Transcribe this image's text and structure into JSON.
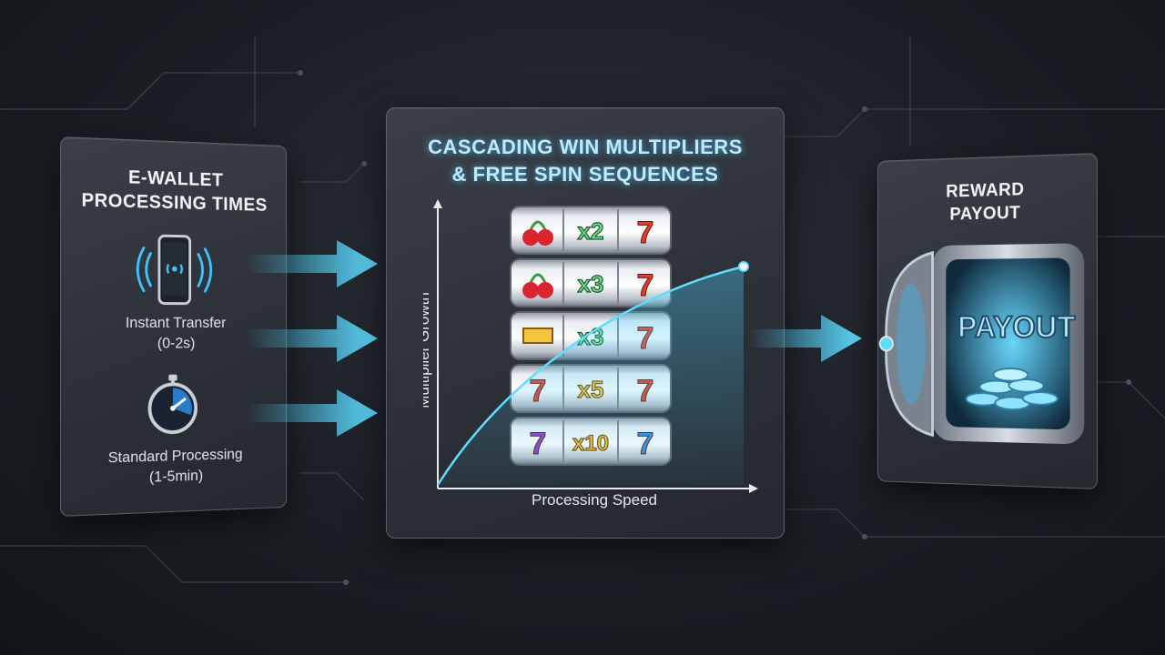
{
  "left_panel": {
    "title_line1": "E-WALLET",
    "title_line2": "PROCESSING TIMES",
    "instant_line1": "Instant Transfer",
    "instant_line2": "(0-2s)",
    "standard_line1": "Standard Processing",
    "standard_line2": "(1-5min)"
  },
  "center_panel": {
    "title_line1": "CASCADING WIN MULTIPLIERS",
    "title_line2": "& FREE SPIN SEQUENCES",
    "x_axis_label": "Processing Speed",
    "y_axis_label": "Multiplier Growth",
    "reel_multipliers": [
      "x2",
      "x3",
      "x3",
      "x5",
      "x10"
    ]
  },
  "right_panel": {
    "title_line1": "REWARD",
    "title_line2": "PAYOUT",
    "vault_label": "PAYOUT"
  },
  "colors": {
    "accent": "#4fd3ff",
    "multiplier_green": "#6fe08a",
    "multiplier_gold": "#f5c542"
  }
}
